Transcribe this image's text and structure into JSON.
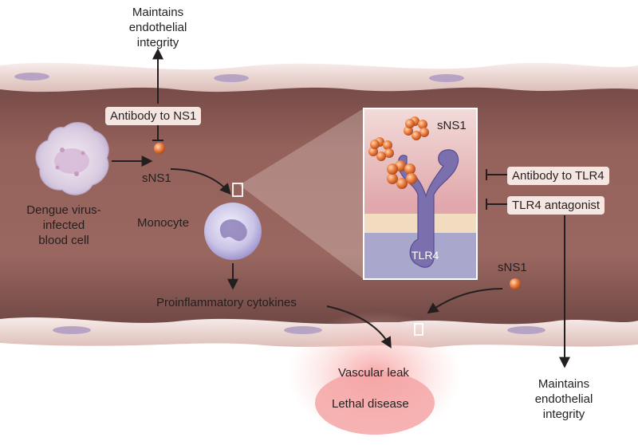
{
  "labels": {
    "maintains_top": "Maintains\nendothelial integrity",
    "antibody_ns1": "Antibody to NS1",
    "sns1_left": "sNS1",
    "dengue_cell": "Dengue virus-\ninfected\nblood cell",
    "monocyte": "Monocyte",
    "proinflammatory": "Proinflammatory cytokines",
    "sns1_inset": "sNS1",
    "antibody_tlr4": "Antibody to TLR4",
    "tlr4_antagonist": "TLR4 antagonist",
    "tlr4": "TLR4",
    "sns1_right": "sNS1",
    "vascular_leak": "Vascular leak",
    "lethal_disease": "Lethal disease",
    "maintains_bottom": "Maintains\nendothelial integrity"
  },
  "colors": {
    "vessel_fill": "#8a5a55",
    "vessel_wall": "#f1e0dc",
    "receptor": "#7b70ad",
    "sns1_orange": "#e8743a",
    "leak_red": "#f08f8f"
  }
}
